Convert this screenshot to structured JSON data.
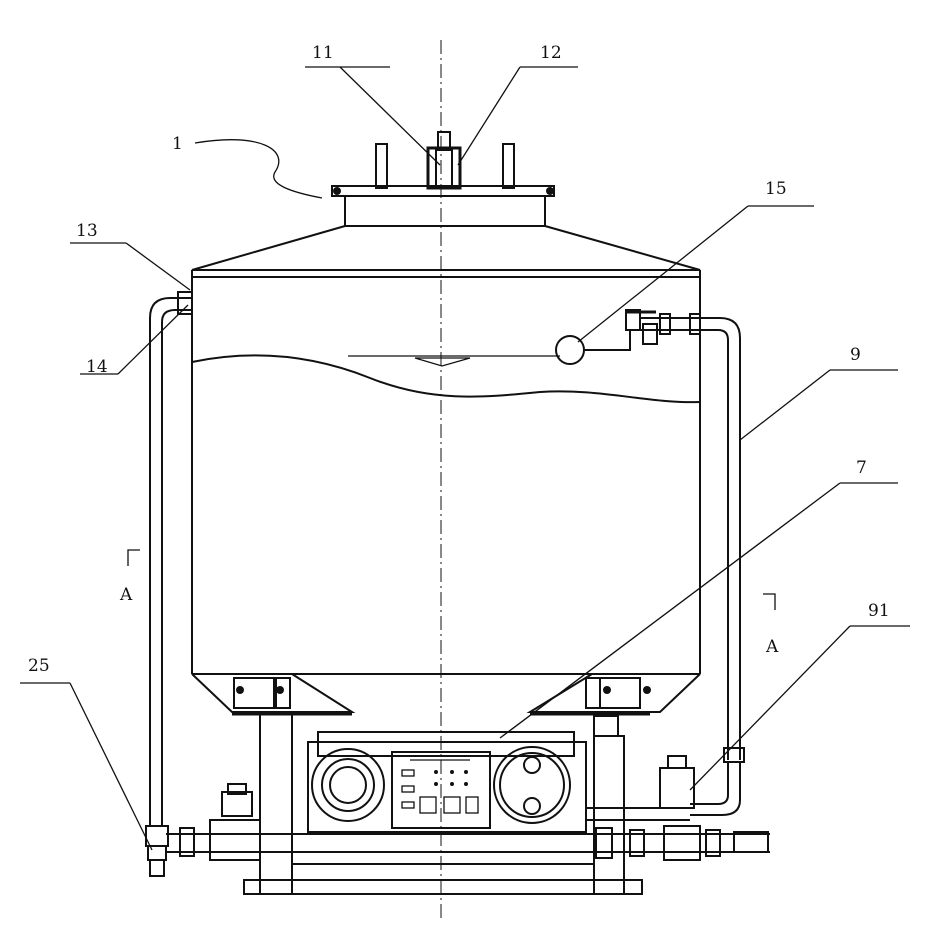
{
  "labels": {
    "l1": "1",
    "l11": "11",
    "l12": "12",
    "l13": "13",
    "l14": "14",
    "l15": "15",
    "l9": "9",
    "l7": "7",
    "l91": "91",
    "l25": "25",
    "section_left": "A",
    "section_right": "A"
  }
}
